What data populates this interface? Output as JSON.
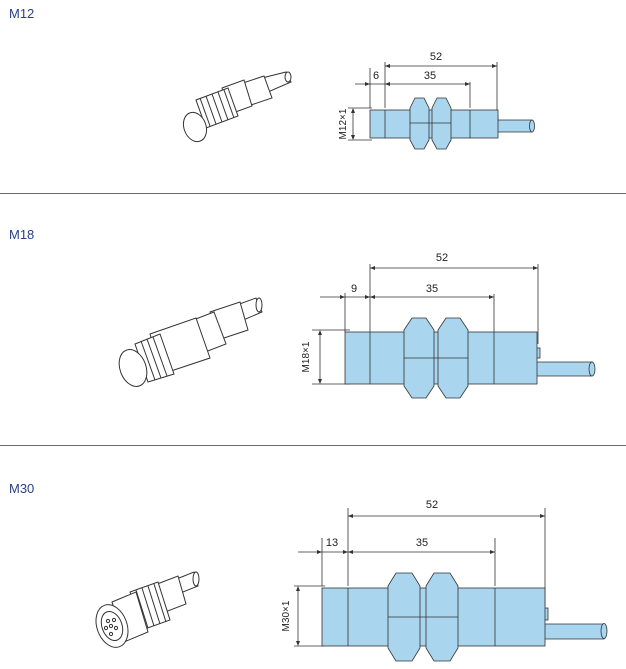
{
  "sections": [
    {
      "label": "M12",
      "dims": {
        "total": "52",
        "body": "35",
        "offset": "6",
        "thread": "M12×1"
      }
    },
    {
      "label": "M18",
      "dims": {
        "total": "52",
        "body": "35",
        "offset": "9",
        "thread": "M18×1"
      }
    },
    {
      "label": "M30",
      "dims": {
        "total": "52",
        "body": "35",
        "offset": "13",
        "thread": "M30×1"
      }
    }
  ],
  "colors": {
    "sensor_fill": "#a9d6ee",
    "line": "#333333",
    "label": "#2c3f86",
    "divider": "#6a6a6a"
  },
  "icons": [
    "sensor-m12-illustration",
    "sensor-m18-illustration",
    "sensor-m30-connector-illustration"
  ]
}
